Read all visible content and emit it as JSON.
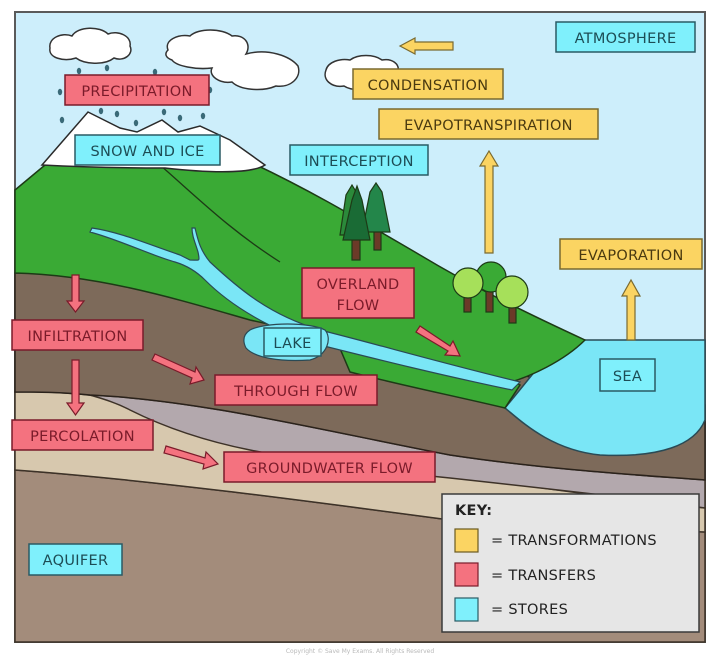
{
  "diagram": {
    "title": "Water cycle: stores, transfers and transformations",
    "labels": {
      "atmosphere": "ATMOSPHERE",
      "condensation": "CONDENSATION",
      "evapotranspiration": "EVAPOTRANSPIRATION",
      "precipitation": "PRECIPITATION",
      "snow_and_ice": "SNOW AND ICE",
      "interception": "INTERCEPTION",
      "evaporation": "EVAPORATION",
      "overland_flow_line1": "OVERLAND",
      "overland_flow_line2": "FLOW",
      "infiltration": "INFILTRATION",
      "lake": "LAKE",
      "sea": "SEA",
      "through_flow": "THROUGH FLOW",
      "percolation": "PERCOLATION",
      "groundwater_flow": "GROUNDWATER FLOW",
      "aquifer": "AQUIFER"
    },
    "key": {
      "title": "KEY:",
      "items": [
        {
          "label": "= TRANSFORMATIONS",
          "color": "#fbd462"
        },
        {
          "label": "= TRANSFERS",
          "color": "#f4727f"
        },
        {
          "label": "= STORES",
          "color": "#7ff0fc"
        }
      ]
    },
    "colors": {
      "transformation": "#fbd462",
      "transfer": "#f4727f",
      "store": "#7ff0fc",
      "sky": "#cdeefb",
      "grass": "#3aaa35",
      "soil": "#7d6a5a",
      "rock_light": "#d7c8ae",
      "rock_grey": "#b3a8ad",
      "aquifer_rock": "#a38c7b",
      "water": "#7ae6f6"
    },
    "copyright": "Copyright © Save My Exams. All Rights Reserved"
  }
}
